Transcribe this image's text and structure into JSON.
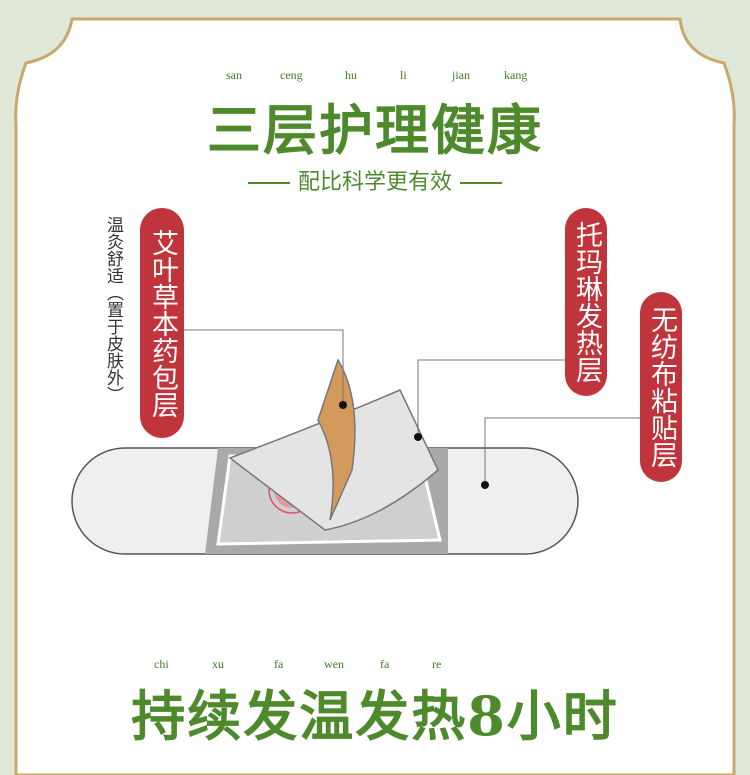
{
  "header": {
    "pinyin": [
      "san",
      "ceng",
      "hu",
      "li",
      "jian",
      "kang"
    ],
    "title": "三层护理健康",
    "subtitle": "配比科学更有效"
  },
  "diagram": {
    "side_note": "温灸舒适（置于皮肤外）",
    "labels": [
      {
        "text": "艾叶草本药包层"
      },
      {
        "text": "托玛琳发热层"
      },
      {
        "text": "无纺布粘贴层"
      }
    ]
  },
  "footer": {
    "pinyin": [
      "chi",
      "xu",
      "fa",
      "wen",
      "fa",
      "re"
    ],
    "title": "持续发温发热8小时"
  },
  "colors": {
    "green": "#4e8a2c",
    "red": "#c0343b",
    "gold": "#c9a86a",
    "background": "#dfe7d9"
  }
}
